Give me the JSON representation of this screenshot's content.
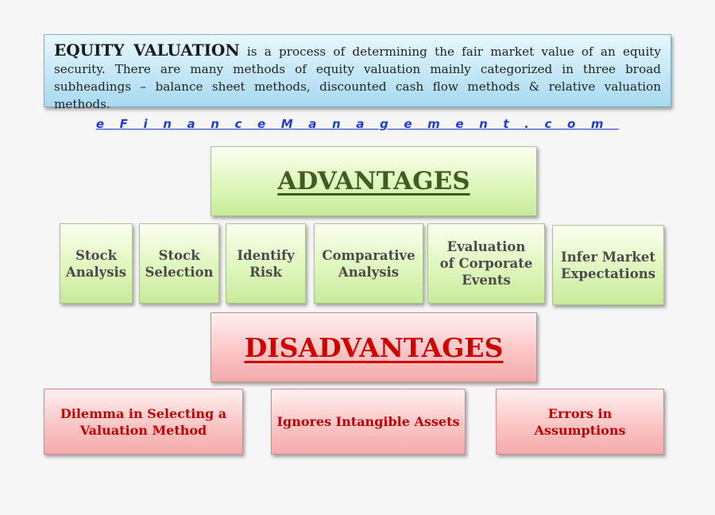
{
  "definition": {
    "term": "EQUITY VALUATION",
    "text": " is a process of determining the fair market value of an equity security. There are many methods of equity valuation mainly categorized in three broad subheadings – balance sheet methods, discounted cash flow methods & relative valuation methods."
  },
  "website": "eFinanceManagement.com",
  "advantages": {
    "heading": "ADVANTAGES",
    "items": [
      {
        "label": "Stock Analysis"
      },
      {
        "label": "Stock Selection"
      },
      {
        "label": "Identify Risk"
      },
      {
        "label": "Comparative Analysis"
      },
      {
        "label": "Evaluation of Corporate Events"
      },
      {
        "label": "Infer Market Expectations"
      }
    ]
  },
  "disadvantages": {
    "heading": "DISADVANTAGES",
    "items": [
      {
        "label": "Dilemma in Selecting a Valuation Method"
      },
      {
        "label": "Ignores Intangible Assets"
      },
      {
        "label": "Errors in Assumptions"
      }
    ]
  },
  "colors": {
    "definition_bg": "#c3e7f6",
    "advantage_bg": "#dff6bd",
    "advantage_heading": "#3f5e1d",
    "disadvantage_bg": "#fbc6c6",
    "disadvantage_text": "#c00000",
    "link": "#1f3fd1"
  }
}
